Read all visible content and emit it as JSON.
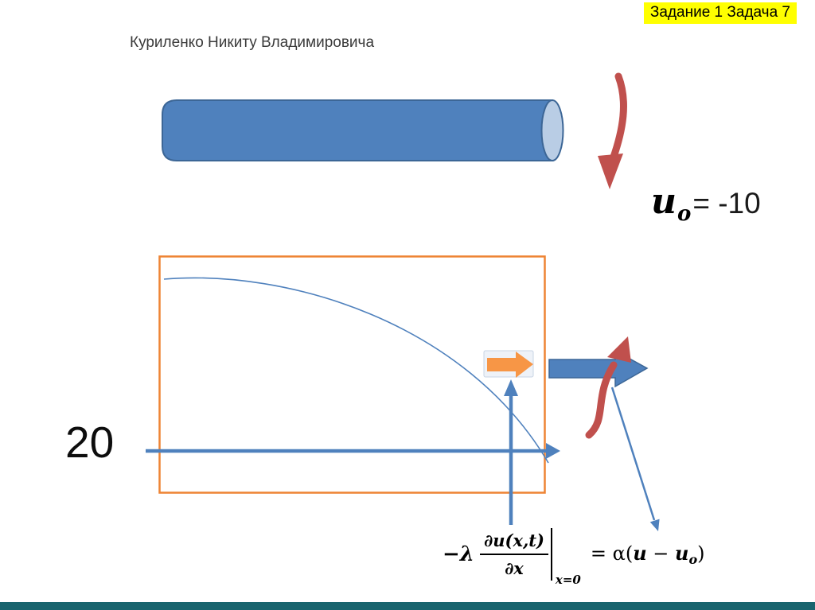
{
  "slide": {
    "badge": "Задание 1 Задача 7",
    "student_name": "Куриленко Никиту Владимировича",
    "axis_label": "20",
    "u0": {
      "symbol": "u",
      "subscript": "o",
      "value": "= -10"
    },
    "formula": {
      "lambda": "−λ",
      "numerator": "∂u(x,t)",
      "denominator": "∂x",
      "eval_at": "x=0",
      "rhs_eq": "= α(",
      "rhs_u1": "u",
      "rhs_minus": " − ",
      "rhs_u2": "u",
      "rhs_subscript": "o",
      "rhs_close": ")"
    }
  },
  "colors": {
    "badge_bg": "#ffff00",
    "accent_blue": "#4f81bd",
    "accent_blue_dark": "#3c6696",
    "cylinder_fill": "#4f81bd",
    "cylinder_cap": "#b9cde5",
    "accent_red": "#c0504d",
    "frame_orange": "#ee8434",
    "orange_arrow": "#f79646",
    "highlight_box_fill": "#eef2f8",
    "highlight_box_stroke": "#c8d4e4",
    "footer_bar": "#19646e"
  }
}
